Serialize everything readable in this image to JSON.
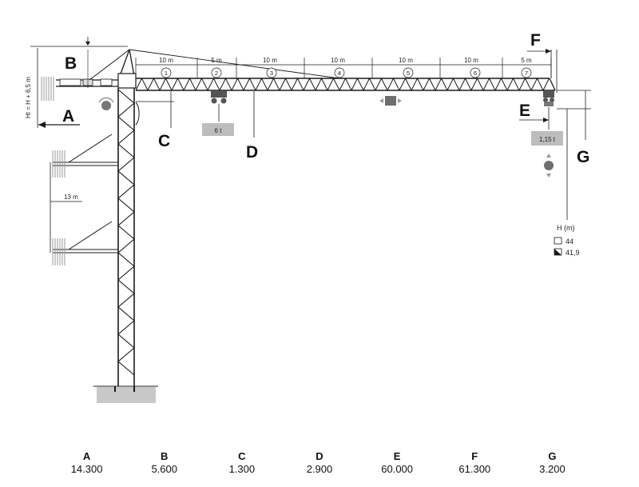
{
  "diagram": {
    "jib_segments": [
      {
        "label": "10 m",
        "number": "1"
      },
      {
        "label": "5 m",
        "number": "2"
      },
      {
        "label": "10 m",
        "number": "3"
      },
      {
        "label": "10 m",
        "number": "4"
      },
      {
        "label": "10 m",
        "number": "5"
      },
      {
        "label": "10 m",
        "number": "6"
      },
      {
        "label": "5 m",
        "number": "7"
      }
    ],
    "height_formula": "Ht = H + 6,5 m",
    "tie_spacing": "13 m",
    "load_inner": "6 t",
    "load_tip": "1,15 t",
    "height_label": "H (m)",
    "height_values": [
      "44",
      "41,9"
    ],
    "labels": {
      "A": "A",
      "B": "B",
      "C": "C",
      "D": "D",
      "E": "E",
      "F": "F",
      "G": "G"
    }
  },
  "dimensions": [
    {
      "letter": "A",
      "value": "14.300"
    },
    {
      "letter": "B",
      "value": "5.600"
    },
    {
      "letter": "C",
      "value": "1.300"
    },
    {
      "letter": "D",
      "value": "2.900"
    },
    {
      "letter": "E",
      "value": "60.000"
    },
    {
      "letter": "F",
      "value": "61.300"
    },
    {
      "letter": "G",
      "value": "3.200"
    }
  ],
  "colors": {
    "structure": "#1a1a1a",
    "load_box": "#bdbdbd",
    "base": "#c8c8c8",
    "trolley": "#6e6e6e"
  }
}
